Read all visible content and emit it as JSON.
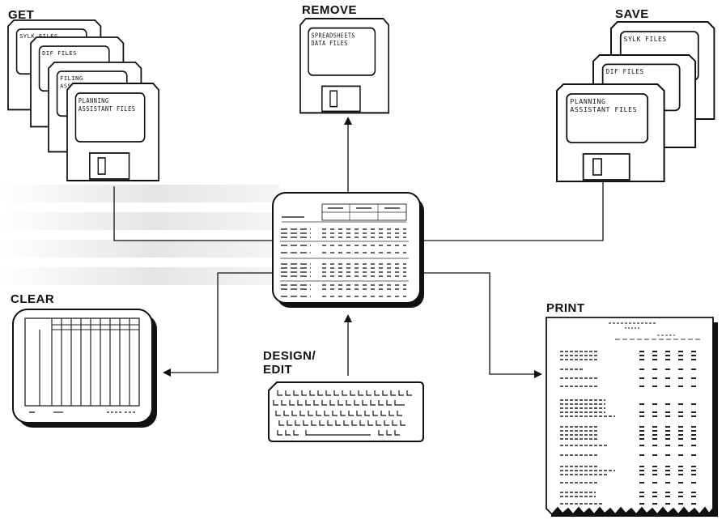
{
  "labels": {
    "get": "GET",
    "remove": "REMOVE",
    "save": "SAVE",
    "clear": "CLEAR",
    "design_edit_line1": "DESIGN/",
    "design_edit_line2": "EDIT",
    "print": "PRINT"
  },
  "get_disks": {
    "disk1": "SYLK FILES",
    "disk2": "DIF FILES",
    "disk3_line1": "FILING",
    "disk3_line2": "ASSISTANT DATA",
    "disk4_line1": "PLANNING",
    "disk4_line2": "ASSISTANT FILES"
  },
  "remove_disk": {
    "line1": "SPREADSHEETS",
    "line2": "DATA FILES"
  },
  "save_disks": {
    "disk1": "SYLK FILES",
    "disk2": "DIF FILES",
    "disk3_line1": "PLANNING",
    "disk3_line2": "ASSISTANT FILES"
  },
  "colors": {
    "ink": "#111111",
    "paper": "#ffffff"
  }
}
